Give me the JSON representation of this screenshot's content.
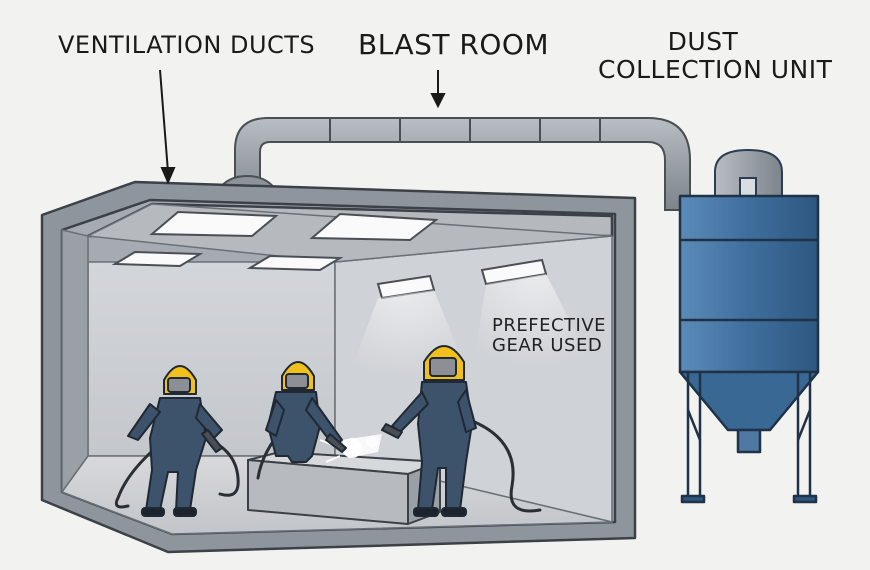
{
  "labels": {
    "ventilation_ducts": "VENTILATION DUCTS",
    "blast_room": "BLAST ROOM",
    "dust_collection_line1": "DUST",
    "dust_collection_line2": "COLLECTION UNIT",
    "gear_line1": "PREFECTIVE",
    "gear_line2": "GEAR USED"
  },
  "colors": {
    "room_outer": "#8e959c",
    "room_inner": "#c9ccd0",
    "duct": "#9aa0a6",
    "collector": "#3f6e9c",
    "worker_suit": "#3d536b",
    "helmet": "#f2c01c"
  }
}
